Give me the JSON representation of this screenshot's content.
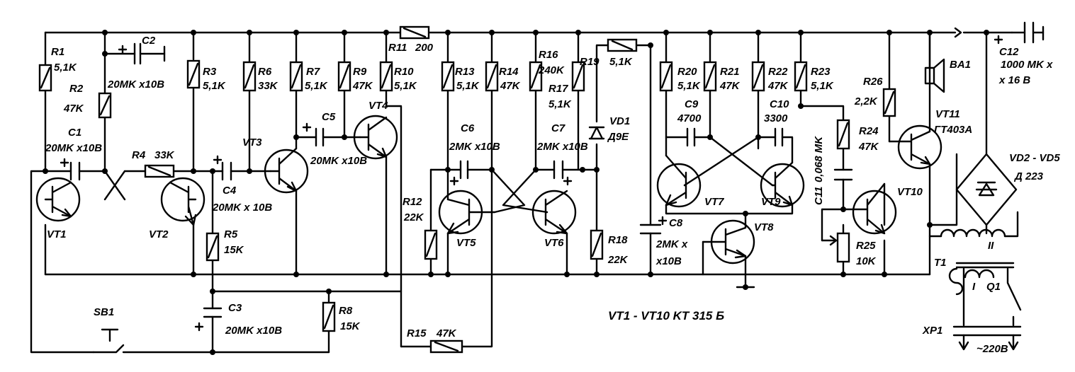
{
  "components": {
    "R1": {
      "ref": "R1",
      "value": "5,1K"
    },
    "R2": {
      "ref": "R2",
      "value": "47K"
    },
    "C2": {
      "ref": "C2",
      "value": "20MK x10B"
    },
    "C1": {
      "ref": "C1",
      "value": "20MK x10B"
    },
    "R3": {
      "ref": "R3",
      "value": "5,1K"
    },
    "R4": {
      "ref": "R4",
      "value": "33K"
    },
    "R5": {
      "ref": "R5",
      "value": "15K"
    },
    "R6": {
      "ref": "R6",
      "value": "33K"
    },
    "R7": {
      "ref": "R7",
      "value": "5,1K"
    },
    "R8": {
      "ref": "R8",
      "value": "15K"
    },
    "R9": {
      "ref": "R9",
      "value": "47K"
    },
    "R10": {
      "ref": "R10",
      "value": "5,1K"
    },
    "R11": {
      "ref": "R11",
      "value": "200"
    },
    "R12": {
      "ref": "R12",
      "value": "22K"
    },
    "R13": {
      "ref": "R13",
      "value": "5,1K"
    },
    "R14": {
      "ref": "R14",
      "value": "47K"
    },
    "R15": {
      "ref": "R15",
      "value": "47K"
    },
    "R16": {
      "ref": "R16",
      "value": "240K"
    },
    "R17": {
      "ref": "R17",
      "value": "5,1K"
    },
    "R18": {
      "ref": "R18",
      "value": "22K"
    },
    "R19": {
      "ref": "R19",
      "value": "5,1K"
    },
    "R20": {
      "ref": "R20",
      "value": "5,1K"
    },
    "R21": {
      "ref": "R21",
      "value": "47K"
    },
    "R22": {
      "ref": "R22",
      "value": "47K"
    },
    "R23": {
      "ref": "R23",
      "value": "5,1K"
    },
    "R24": {
      "ref": "R24",
      "value": "47K"
    },
    "R25": {
      "ref": "R25",
      "value": "10K"
    },
    "R26": {
      "ref": "R26",
      "value": "2,2K"
    },
    "C3": {
      "ref": "C3",
      "value": "20MK x10B"
    },
    "C4": {
      "ref": "C4",
      "value": "20MK x 10B"
    },
    "C5": {
      "ref": "C5",
      "value": "20MK x10B"
    },
    "C6": {
      "ref": "C6",
      "value": "2MK x10B"
    },
    "C7": {
      "ref": "C7",
      "value": "2MK x10B"
    },
    "C8": {
      "ref": "C8",
      "value1": "2MK x",
      "value2": "x10B"
    },
    "C9": {
      "ref": "C9",
      "value": "4700"
    },
    "C10": {
      "ref": "C10",
      "value": "3300"
    },
    "C11": {
      "ref": "C11",
      "value": "0,068 MK"
    },
    "C12": {
      "ref": "C12",
      "value1": "1000 MK x",
      "value2": "x 16 B"
    },
    "VD1": {
      "ref": "VD1",
      "value": "Д9Е"
    },
    "VT11": {
      "ref": "VT11",
      "value": "ГТ403А"
    },
    "VD2_VD5": {
      "ref": "VD2 - VD5",
      "value": "Д 223"
    }
  },
  "transistors": [
    "VT1",
    "VT2",
    "VT3",
    "VT4",
    "VT5",
    "VT6",
    "VT7",
    "VT8",
    "VT9",
    "VT10"
  ],
  "misc": {
    "speaker": "BA1",
    "button": "SB1",
    "button_symbol": "T",
    "transformer": "T1",
    "winding_primary": "I",
    "winding_secondary": "II",
    "switch": "Q1",
    "plug": "XP1",
    "mains": "~220B",
    "note": "VT1 - VT10   KT 315 Б"
  }
}
